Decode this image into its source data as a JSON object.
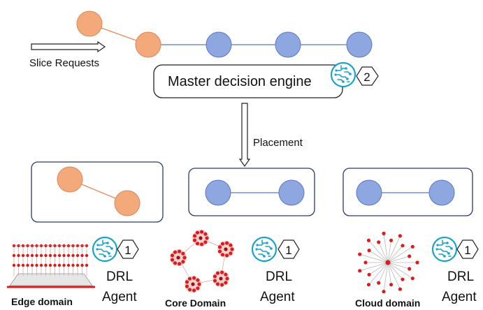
{
  "colors": {
    "orange_node": "#f4a97b",
    "blue_node": "#8ea7e0",
    "node_stroke_orange": "#d9885a",
    "node_stroke_blue": "#5b78c2",
    "box_border": "#2b3a6b",
    "chip_color": "#1aa3c9",
    "red_dot": "#d91c1c"
  },
  "top": {
    "slice_requests_label": "Slice Requests",
    "engine_label": "Master decision engine",
    "engine_badge": "2",
    "placement_label": "Placement"
  },
  "domains": [
    {
      "name": "Edge domain",
      "badge": "1",
      "agent_line1": "DRL",
      "agent_line2": "Agent",
      "icon": "layered-network-icon"
    },
    {
      "name": "Core Domain",
      "badge": "1",
      "agent_line1": "DRL",
      "agent_line2": "Agent",
      "icon": "cluster-network-icon"
    },
    {
      "name": "Cloud domain",
      "badge": "1",
      "agent_line1": "DRL",
      "agent_line2": "Agent",
      "icon": "star-network-icon"
    }
  ]
}
